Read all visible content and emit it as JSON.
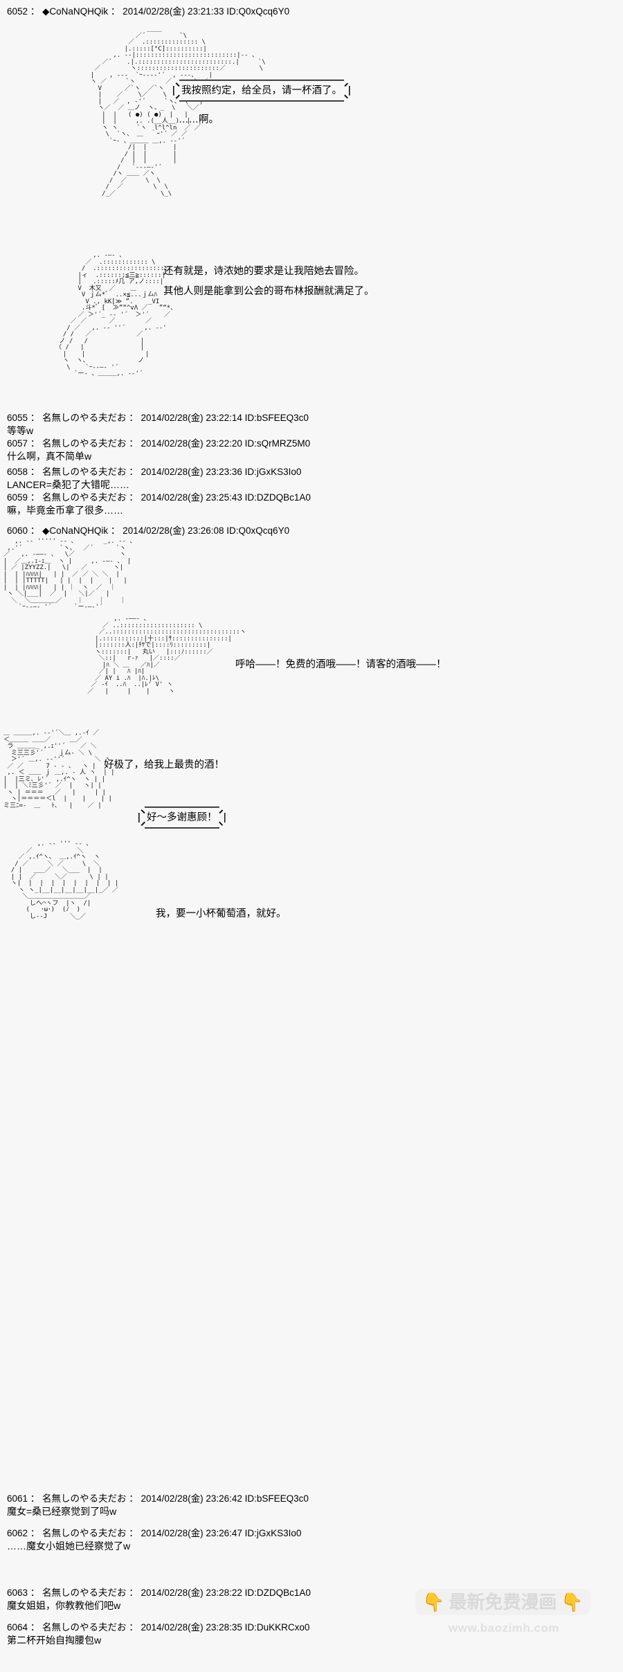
{
  "board": {
    "name_default": "名無しのやる夫だお",
    "date": "2014/02/28(金)",
    "sep": " ： "
  },
  "posts": [
    {
      "num": "6052",
      "marker": "◆",
      "name": "CoNaNQHQik",
      "date": "2014/02/28(金)",
      "time": "23:21:33",
      "id": "ID:Q0xQcq6Y0",
      "header": "6052 ： ◆CoNaNQHQik ： 2014/02/28(金) 23:21:33 ID:Q0xQcq6Y0"
    },
    {
      "num": "6055",
      "name": "名無しのやる夫だお",
      "time": "23:22:14",
      "id": "ID:bSFEEQ3c0",
      "header": "6055 ： 名無しのやる夫だお ： 2014/02/28(金) 23:22:14 ID:bSFEEQ3c0",
      "body": "等等w"
    },
    {
      "num": "6057",
      "name": "名無しのやる夫だお",
      "time": "23:22:20",
      "id": "ID:sQrMRZ5M0",
      "header": "6057 ： 名無しのやる夫だお ： 2014/02/28(金) 23:22:20 ID:sQrMRZ5M0",
      "body": "什么啊，真不简单w"
    },
    {
      "num": "6058",
      "name": "名無しのやる夫だお",
      "time": "23:23:36",
      "id": "ID:jGxKS3Io0",
      "header": "6058 ： 名無しのやる夫だお ： 2014/02/28(金) 23:23:36 ID:jGxKS3Io0",
      "body": "LANCER=桑犯了大错呢……"
    },
    {
      "num": "6059",
      "name": "名無しのやる夫だお",
      "time": "23:25:43",
      "id": "ID:DZDQBc1A0",
      "header": "6059 ： 名無しのやる夫だお ： 2014/02/28(金) 23:25:43 ID:DZDQBc1A0",
      "body": "嘛，毕竟金币拿了很多……"
    },
    {
      "num": "6060",
      "marker": "◆",
      "name": "CoNaNQHQik",
      "time": "23:26:08",
      "id": "ID:Q0xQcq6Y0",
      "header": "6060 ： ◆CoNaNQHQik ： 2014/02/28(金) 23:26:08 ID:Q0xQcq6Y0"
    },
    {
      "num": "6061",
      "name": "名無しのやる夫だお",
      "time": "23:26:42",
      "id": "ID:bSFEEQ3c0",
      "header": "6061 ： 名無しのやる夫だお ： 2014/02/28(金) 23:26:42 ID:bSFEEQ3c0",
      "body": "魔女=桑已经察觉到了吗w"
    },
    {
      "num": "6062",
      "name": "名無しのやる夫だお",
      "time": "23:26:47",
      "id": "ID:jGxKS3Io0",
      "header": "6062 ： 名無しのやる夫だお ： 2014/02/28(金) 23:26:47 ID:jGxKS3Io0",
      "body": "……魔女小姐她已经察觉了w"
    },
    {
      "num": "6063",
      "name": "名無しのやる夫だお",
      "time": "23:28:22",
      "id": "ID:DZDQBc1A0",
      "header": "6063 ： 名無しのやる夫だお ： 2014/02/28(金) 23:28:22 ID:DZDQBc1A0",
      "body": "魔女姐姐，你教教他们吧w"
    },
    {
      "num": "6064",
      "name": "名無しのやる夫だお",
      "time": "23:28:35",
      "id": "ID:DuKKRCxo0",
      "header": "6064 ： 名無しのやる夫だお ： 2014/02/28(金) 23:28:35 ID:DuKKRCxo0",
      "body": "第二杯开始自掏腰包w"
    }
  ],
  "dialogue": {
    "b1": "我按照约定，给全员，请一杯酒了。",
    "b2": "……啊。",
    "b3": "还有就是，诗浓她的要求是让我陪她去冒险。",
    "b4": "其他人则是能拿到公会的哥布林报酬就满足了。",
    "b5": "呼哈——！免费的酒哦——！请客的酒哦——！",
    "b6": "好极了，给我上最贵的酒！",
    "b7": "好～多谢惠顾！",
    "b8": "我，要一小杯葡萄酒，就好。"
  },
  "aa": {
    "art1": "                 ____\n              ／´         `\\\n            ／  .:::::::::::::: \\\n           |.:::::[°C]::::::::::|\n        ,. -‐|:::::::::::::::::::::::::::|‐- 、\n     ／´    .|.:::::::::::::::::::::::::.|     `\\\n   ／        ヽ::::::::::::::::::::::／         \\\n  |    , -‐-  `ｰ---‐'´  , -‐-、   |\n  ヽ ／     `ヽ        ／      \\ ／\n    V      ／`ヽ  ／`ヽ     V\n    |    ／    \\／    \\    |\n    |   ／  , ‐'´     `ヽ、 \\   |\n    ヽ／  ／ ＿ノ  ヽ、_  \\   ＼／\n     |  |   ( ●) ( ●)  |   |\n     |  |     ,. .(__人__)  |  |\n     ヽ ヽ     `ヽ  l^l^ln  ／ ／\n      \\  `ヽ、 ＿  ｀ｰ'´ ／ ／\n       `ｰ- 、＿＿＿ ＿,. -‐'´\n            /|  |       |\n           / |  |       |\n          /  |  |       |\n         /   `‐--―‐'´\n        /ヽ ＿＿ ／ヽ\n       /  ／     \\  \\\n      /  ／        \\  \\\n     /_／            \\_\\",
    "art2": "          ,. -―- 、\n        ／  .:::::::::::: \\\n       /  .:::::::::::::::::::: ヽ\n      |ィ  .::::::;≦三≧::::::|\n      |   .:::::ﾒ几 ア,ノ::::|\n      V  木又  ／    ＿\n       V ｊ厶*゛ ..×≦...ｊ厶ﾊ\n        V ., kK[≫ ”.    _VI\n       .斗*゛[  ≫”“^vΛ ／   ”“*、\n      ／ ＞'´_ -‐ '´  ＞'´    ／\n    ／ ／      ／        ／\n   / ／   ,. -‐ ''´     ,. -‐'\n  / /   ／            ／\n ノ /   /              |\n（ /   |               |\n  |    |                |\n  ヽ  ヽ、             ノ\n   \\    `ｰ--―‐ '´\n     `ー- 、＿＿＿,. -‐'´",
    "art3": "   ,. -‐ ''''' ‐- 、       _,. -‐ 、\n ,.'´          `ヽ、  ／´      `ヽ\n／   ,. -――- 、  \\／            ヽ\n|  ／＿,.ｪ-ｪ＿  ヽ |     ,. -―- 、 |\n| ／ |ZYYZZ.|   \\|   ／       ヽ|\n|  | |ﾊﾊﾊﾊ|   | |  ／ ／ ＼ ＼  |\n|  | |TTTTT|   | |  |  |    |   |\n|  | |ﾊﾊﾊﾊ|   | | ｜  ヽ  ／  ｜\n ヽ ＼|___|  ／  |   ＼|／   |\n  ＼  ＼＿＿＿＿／    ｜    ｜    ｜\n    `ｰ--―‐ '´      `ー-―‐'´",
    "art4": "          ,. -――- 、\n       ／ ..:::::::::::::::::::: \\\n      ／..::::::::::::::::::::::::::::::::::ヽ\n     |.:::::::::::|十:::|ｻ:::::::::::::::|\n     |:::::::人:|ﾁﾔで|::::ﾘ:::::::::|\n     ヽ:::::::|   丸い   |:::ﾉ::::::／\n      ＼::|   r‐ｧ   |／::::／\n       |ﾊ ＼ ＿   ／ﾊ|／\n      ／| |   ﾊ |ﾊ|\n     ／ AY i .ﾊ  |ﾊ.|ﾚ\\\n    ／ -ｲ  ..ﾊ  ..|ﾚ' V' ヽ\n   ／   |     |    |     ヽ",
    "art5": "＿ ＿＿＿,. -‐'´＼＿ ,.-ｲ ／\n＜＿＿＿ ＿＿／     ＿／\n ラ ＿＿＿_ ,.ｪ''´    ／ ＼\n  ミ三三彡'´    ｊ厶‐ ＼ \\\n  ＞'´ ＿,. -‐''´        ＼ ヽ\n ／ ／      7 ‐ ‐ 、  ヽ |\n ,. ＜ ＿＿ ｊ ＿,. ‐ 人 ヽ  | |\n|  |三ミ､ ﾚ'´  ,.ｲ^ヽ  ヽ | |\n|  | ＼ﾐ三彡'´ ／  |   ヽ| |\n ヽ | ＝＝＝   ／   |     | |\n  ヽ|＝＝＝＝＜l  |    |    | |\nミ三ﾆ=-  ＿   ﾄ､   |    ／ |",
    "art6": "         ,. -‐ ''' ‐- 、\n      ／            ＼\n    ／ ,.ｲ^ヽ､  ＿,.ｲ^ヽ  ヽ\n   / ／     ＼ ／     \\  ＼\n  / |   ___／   ＼___  |  |\n  | |  ／     ＼／      \\ | |\n  ヽ|  |  |  |  |  |  |  |  | |\n    ヽ ヽ_|__|__|__|__|__|_／ ／\n     ＼＿＿＿＿＿＿＿＿＿／\n       しヘ⌒ヽフ  |ヽ  /|\n      (   ･ω･)  (ﾉ  )\n       し--J      ＼_／"
  },
  "watermark": {
    "hand_left": "👇",
    "hand_right": "👇",
    "text": "最新免费漫画",
    "url": "www.baozimh.com"
  }
}
